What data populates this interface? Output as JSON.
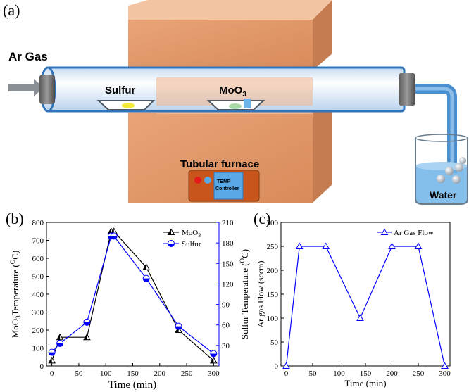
{
  "panels": {
    "a": "(a)",
    "b": "(b)",
    "c": "(c)"
  },
  "schematic": {
    "gas_label": "Ar Gas",
    "boat1_label": "Sulfur",
    "boat2_label": "MoO",
    "boat2_sub": "3",
    "furnace_label": "Tubular furnace",
    "controller_line1": "TEMP",
    "controller_line2": "Controller",
    "water_label": "Water"
  },
  "chart_data": [
    {
      "type": "line",
      "xlabel": "Time (min)",
      "ylabel_left": "MoO3Temperature (OC)",
      "ylabel_right": "Sulfur Temperature (OC)",
      "xlim": [
        -10,
        310
      ],
      "xticks": [
        0,
        50,
        100,
        150,
        200,
        250,
        300
      ],
      "ylim_left": [
        0,
        800
      ],
      "yticks_left": [
        0,
        100,
        200,
        300,
        400,
        500,
        600,
        700,
        800
      ],
      "ylim_right": [
        0,
        210
      ],
      "yticks_right": [
        30,
        60,
        90,
        120,
        150,
        180,
        210
      ],
      "legend_position": "top-right",
      "series": [
        {
          "name": "MoO3",
          "axis": "left",
          "color": "#000000",
          "marker": "half-filled-triangle",
          "x": [
            0,
            15,
            65,
            110,
            115,
            175,
            235,
            300
          ],
          "y": [
            30,
            160,
            160,
            750,
            750,
            550,
            200,
            30
          ]
        },
        {
          "name": "Sulfur",
          "axis": "right",
          "color": "#0000ff",
          "marker": "half-filled-circle",
          "x": [
            0,
            15,
            65,
            110,
            115,
            175,
            235,
            300
          ],
          "y": [
            20,
            33,
            64,
            190,
            190,
            128,
            58,
            18
          ]
        }
      ]
    },
    {
      "type": "line",
      "xlabel": "Time (min)",
      "ylabel": "Ar gas Flow (sccm)",
      "xlim": [
        -10,
        310
      ],
      "xticks": [
        0,
        50,
        100,
        150,
        200,
        250,
        300
      ],
      "ylim": [
        0,
        300
      ],
      "yticks": [
        0,
        50,
        100,
        150,
        200,
        250,
        300
      ],
      "legend_position": "top-right",
      "series": [
        {
          "name": "Ar Gas Flow",
          "color": "#0000ff",
          "marker": "open-triangle",
          "x": [
            0,
            25,
            75,
            140,
            200,
            250,
            300
          ],
          "y": [
            0,
            250,
            250,
            100,
            250,
            250,
            0
          ]
        }
      ]
    }
  ],
  "colors": {
    "furnace": "#e29a6c",
    "furnace_top": "#f3c4a1",
    "furnace_side": "#c47c50",
    "tube": "#3c7fc0",
    "water": "#6fb3e6",
    "controller_panel": "#c8561c"
  }
}
